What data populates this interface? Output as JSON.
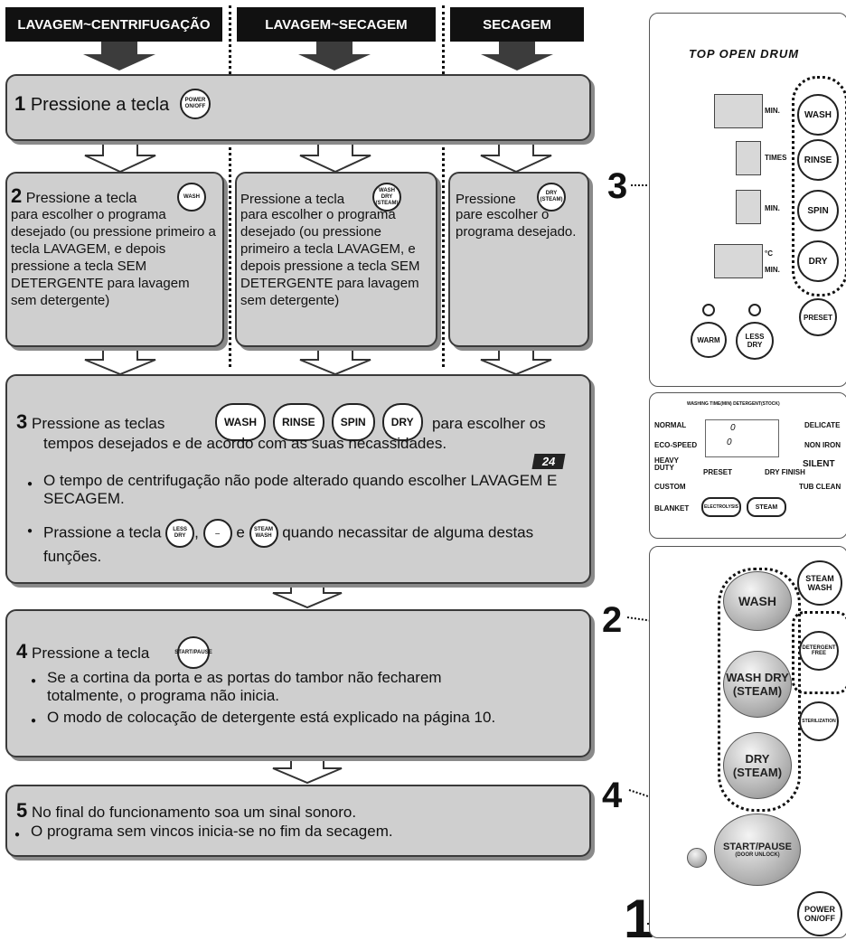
{
  "headers": [
    "LAVAGEM~CENTRIFUGAÇÃO",
    "LAVAGEM~SECAGEM",
    "SECAGEM"
  ],
  "step1": {
    "num": "1",
    "text": "Pressione a tecla",
    "button": "POWER ON/OFF"
  },
  "step2": {
    "col1": {
      "num": "2",
      "lead": "Pressione a tecla",
      "button": "WASH",
      "text": "para escolher o programa desejado (ou pressione primeiro a tecla LAVAGEM, e depois pressione a tecla SEM DETERGENTE para lavagem sem detergente)"
    },
    "col2": {
      "lead": "Pressione a tecla",
      "button": "WASH DRY (STEAM)",
      "text": "para escolher o programa desejado (ou pressione primeiro a tecla LAVAGEM, e depois pressione a tecla SEM DETERGENTE para lavagem sem detergente)"
    },
    "col3": {
      "lead": "Pressione",
      "button": "DRY (STEAM)",
      "text": "pare escolher o programa desejado."
    }
  },
  "step3": {
    "num": "3",
    "lead": "Pressione as teclas",
    "buttons": [
      "WASH",
      "RINSE",
      "SPIN",
      "DRY"
    ],
    "tail": "para escolher os",
    "line2": "tempos desejados e de acordo com as suas necassidades.",
    "page_ref": "24",
    "bullet1": "O tempo de centrifugação não pode alterado quando escolher LAVAGEM E SECAGEM.",
    "bullet2_lead": "Prassione a tecla",
    "bullet2_btn1": "LESS DRY",
    "bullet2_btn3": "STEAM WASH",
    "bullet2_sep1": ",",
    "bullet2_sep2": "e",
    "bullet2_tail": "quando necassitar de alguma destas funções."
  },
  "step4": {
    "num": "4",
    "text": "Pressione a tecla",
    "button": "START/PAUSE",
    "bullet1": "Se a cortina da porta e as portas do tambor não fecharem totalmente, o programa não inicia.",
    "bullet2": "O modo de colocação de detergente está explicado na página 10."
  },
  "step5": {
    "num": "5",
    "text": "No final do funcionamento soa um sinal sonoro.",
    "bullet1": "O programa sem vincos inicia-se no fim da secagem."
  },
  "panel_top": {
    "title": "TOP OPEN DRUM",
    "labels": [
      "MIN.",
      "TIMES",
      "MIN.",
      "°C",
      "MIN."
    ],
    "buttons": [
      "WASH",
      "RINSE",
      "SPIN",
      "DRY",
      "PRESET",
      "WARM",
      "LESS DRY"
    ]
  },
  "panel_mid": {
    "header": "WASHING TIME(MIN) DETERGENT(STOCK)",
    "left": [
      "NORMAL",
      "ECO-SPEED",
      "HEAVY DUTY",
      "CUSTOM",
      "BLANKET"
    ],
    "right": [
      "DELICATE",
      "NON IRON",
      "SILENT",
      "TUB CLEAN"
    ],
    "digits": [
      "0",
      "0"
    ],
    "preset": "PRESET",
    "dry_finish": "DRY FINISH",
    "bottom_buttons": [
      "ELECTROLYSIS",
      "STEAM"
    ]
  },
  "panel_bottom": {
    "buttons": [
      "WASH",
      "WASH DRY (STEAM)",
      "DRY (STEAM)",
      "STEAM WASH",
      "DETERGENT FREE",
      "STERILIZATION",
      "START/PAUSE",
      "POWER ON/OFF"
    ],
    "start_sub": "(DOOR UNLOCK)"
  },
  "callouts": [
    "3",
    "2",
    "4",
    "1"
  ]
}
